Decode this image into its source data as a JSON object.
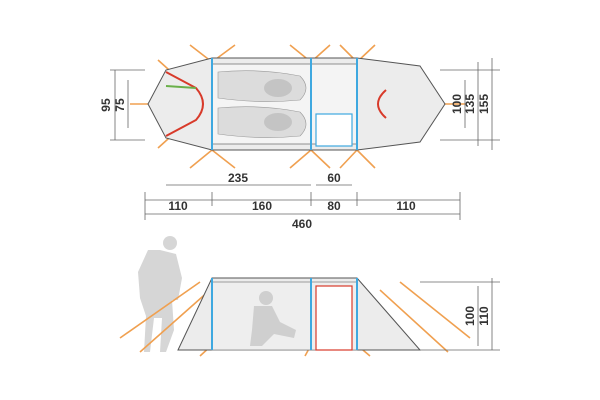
{
  "dimensions": {
    "top_view": {
      "total_length": "460",
      "sleeping_length": "235",
      "door_width": "60",
      "vestibule_front": "110",
      "inner_length": "160",
      "middle_length": "80",
      "vestibule_rear": "110",
      "left_width_outer": "95",
      "left_width_inner": "75",
      "right_width_inner": "100",
      "right_width_mid": "135",
      "right_width_outer": "155"
    },
    "side_view": {
      "inner_height": "100",
      "outer_height": "110"
    }
  },
  "colors": {
    "pole_blue": "#3ea8e0",
    "pole_red": "#d83a2a",
    "pole_green": "#6ab04a",
    "guy_orange": "#f0a050",
    "tent_fill": "#ececec",
    "outline": "#555555"
  }
}
